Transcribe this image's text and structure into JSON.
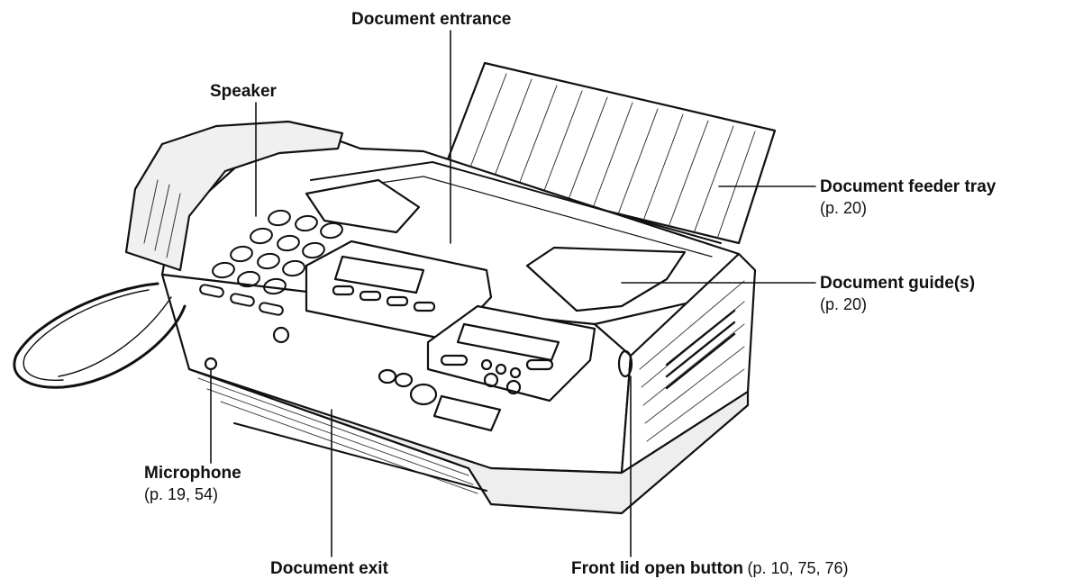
{
  "callouts": {
    "document_entrance": {
      "label": "Document entrance"
    },
    "speaker": {
      "label": "Speaker"
    },
    "document_feeder_tray": {
      "label": "Document feeder tray",
      "page_ref": "(p. 20)"
    },
    "document_guides": {
      "label": "Document guide(s)",
      "page_ref": "(p. 20)"
    },
    "microphone": {
      "label": "Microphone",
      "page_ref": "(p. 19, 54)"
    },
    "document_exit": {
      "label": "Document exit"
    },
    "front_lid_open_button": {
      "label": "Front lid open button",
      "page_ref": "(p. 10, 75, 76)"
    }
  }
}
